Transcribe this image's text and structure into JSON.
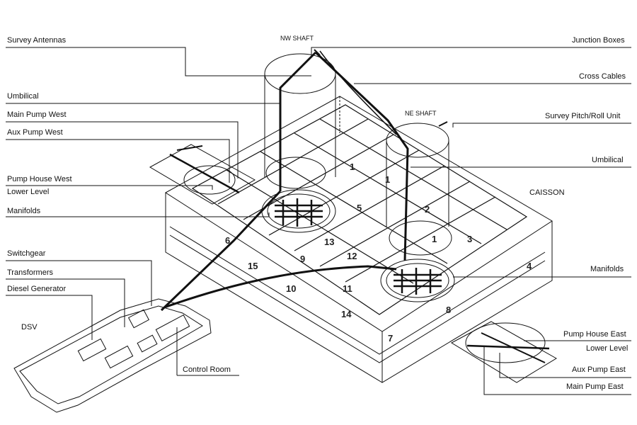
{
  "labels_left": {
    "survey_antennas": "Survey Antennas",
    "umbilical_west": "Umbilical",
    "main_pump_west": "Main Pump West",
    "aux_pump_west": "Aux Pump West",
    "pump_house_west": "Pump House West",
    "lower_level_west": "Lower Level",
    "manifolds_west": "Manifolds",
    "switchgear": "Switchgear",
    "transformers": "Transformers",
    "diesel_generator": "Diesel Generator",
    "dsv": "DSV",
    "control_room": "Control Room"
  },
  "labels_right": {
    "junction_boxes": "Junction Boxes",
    "cross_cables": "Cross Cables",
    "survey_pitch_roll": "Survey Pitch/Roll Unit",
    "umbilical_east": "Umbilical",
    "caisson": "CAISSON",
    "manifolds_east": "Manifolds",
    "pump_house_east": "Pump House East",
    "lower_level_east": "Lower Level",
    "aux_pump_east": "Aux Pump East",
    "main_pump_east": "Main Pump East"
  },
  "shafts": {
    "nw": "NW  SHAFT",
    "ne": "NE  SHAFT"
  },
  "cell_numbers": [
    "1",
    "2",
    "3",
    "4",
    "5",
    "6",
    "7",
    "8",
    "9",
    "10",
    "11",
    "12",
    "13",
    "14",
    "15"
  ]
}
